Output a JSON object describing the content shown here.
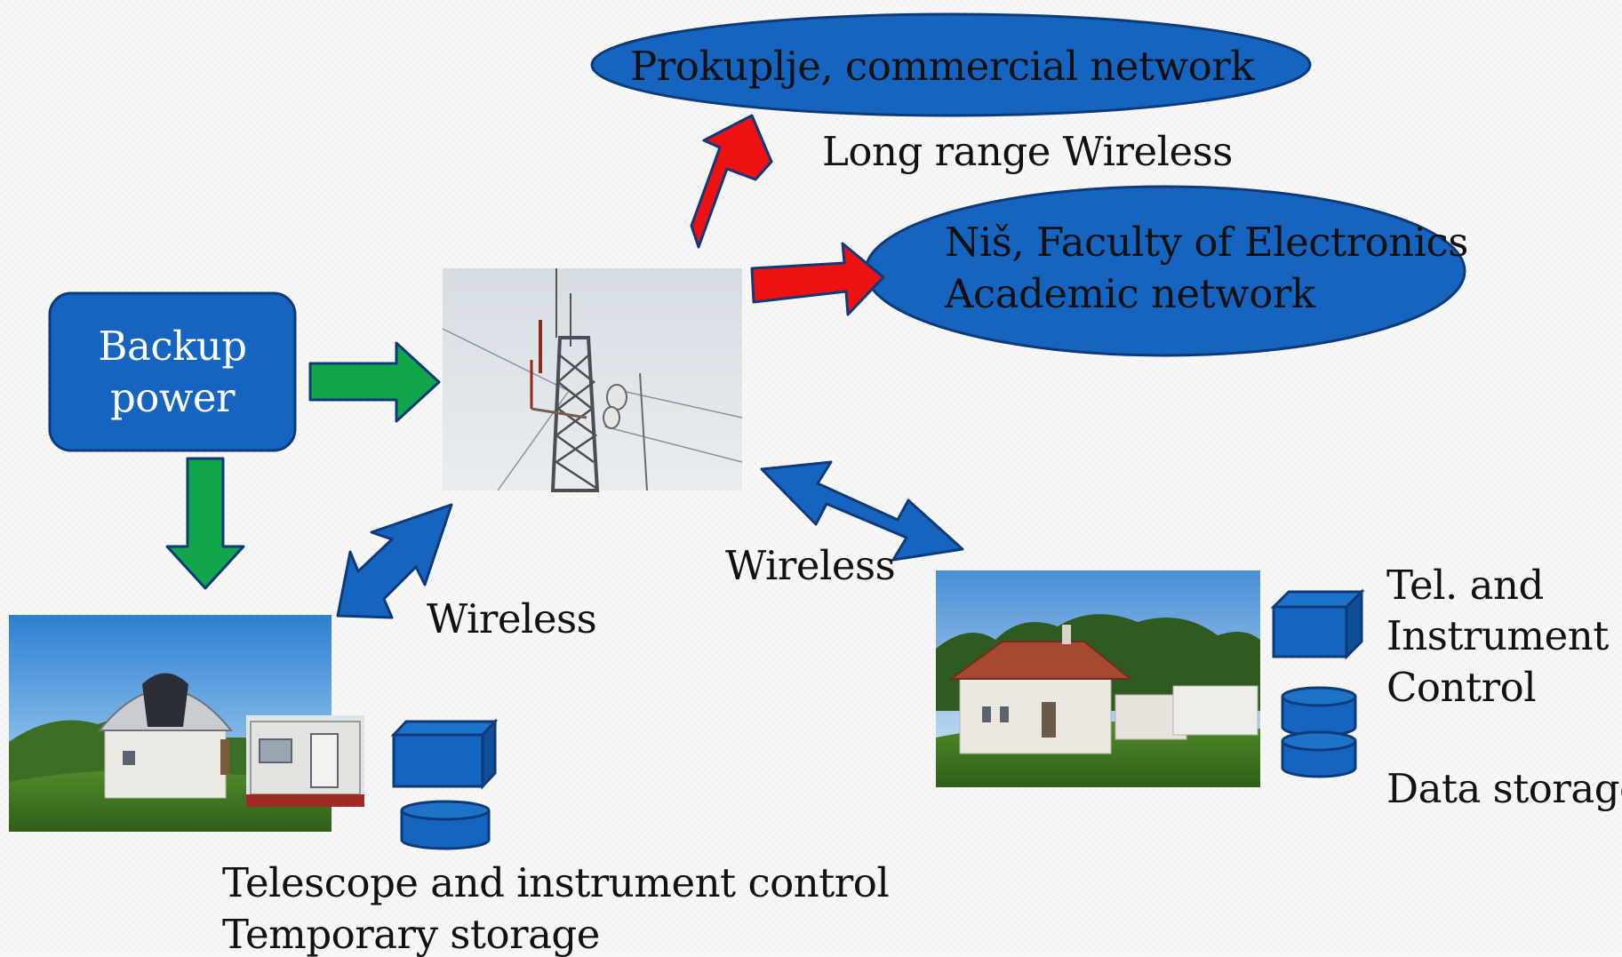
{
  "networks": {
    "prokuplje": "Prokuplje, commercial network",
    "nis_line1": "Niš, Faculty of Electronics",
    "nis_line2": "Academic network"
  },
  "links": {
    "long_range": "Long range Wireless",
    "wireless_left": "Wireless",
    "wireless_right": "Wireless"
  },
  "backup_power": {
    "line1": "Backup",
    "line2": "power"
  },
  "left_station": {
    "line1": "Telescope and instrument control",
    "line2": "Temporary storage"
  },
  "right_station": {
    "control_line1": "Tel. and",
    "control_line2": "Instrument",
    "control_line3": "Control",
    "storage": "Data storage"
  },
  "colors": {
    "blue_shape": "#1565c0",
    "blue_border": "#0d3b7a",
    "green_arrow": "#12a64a",
    "red_arrow": "#ee1111"
  }
}
